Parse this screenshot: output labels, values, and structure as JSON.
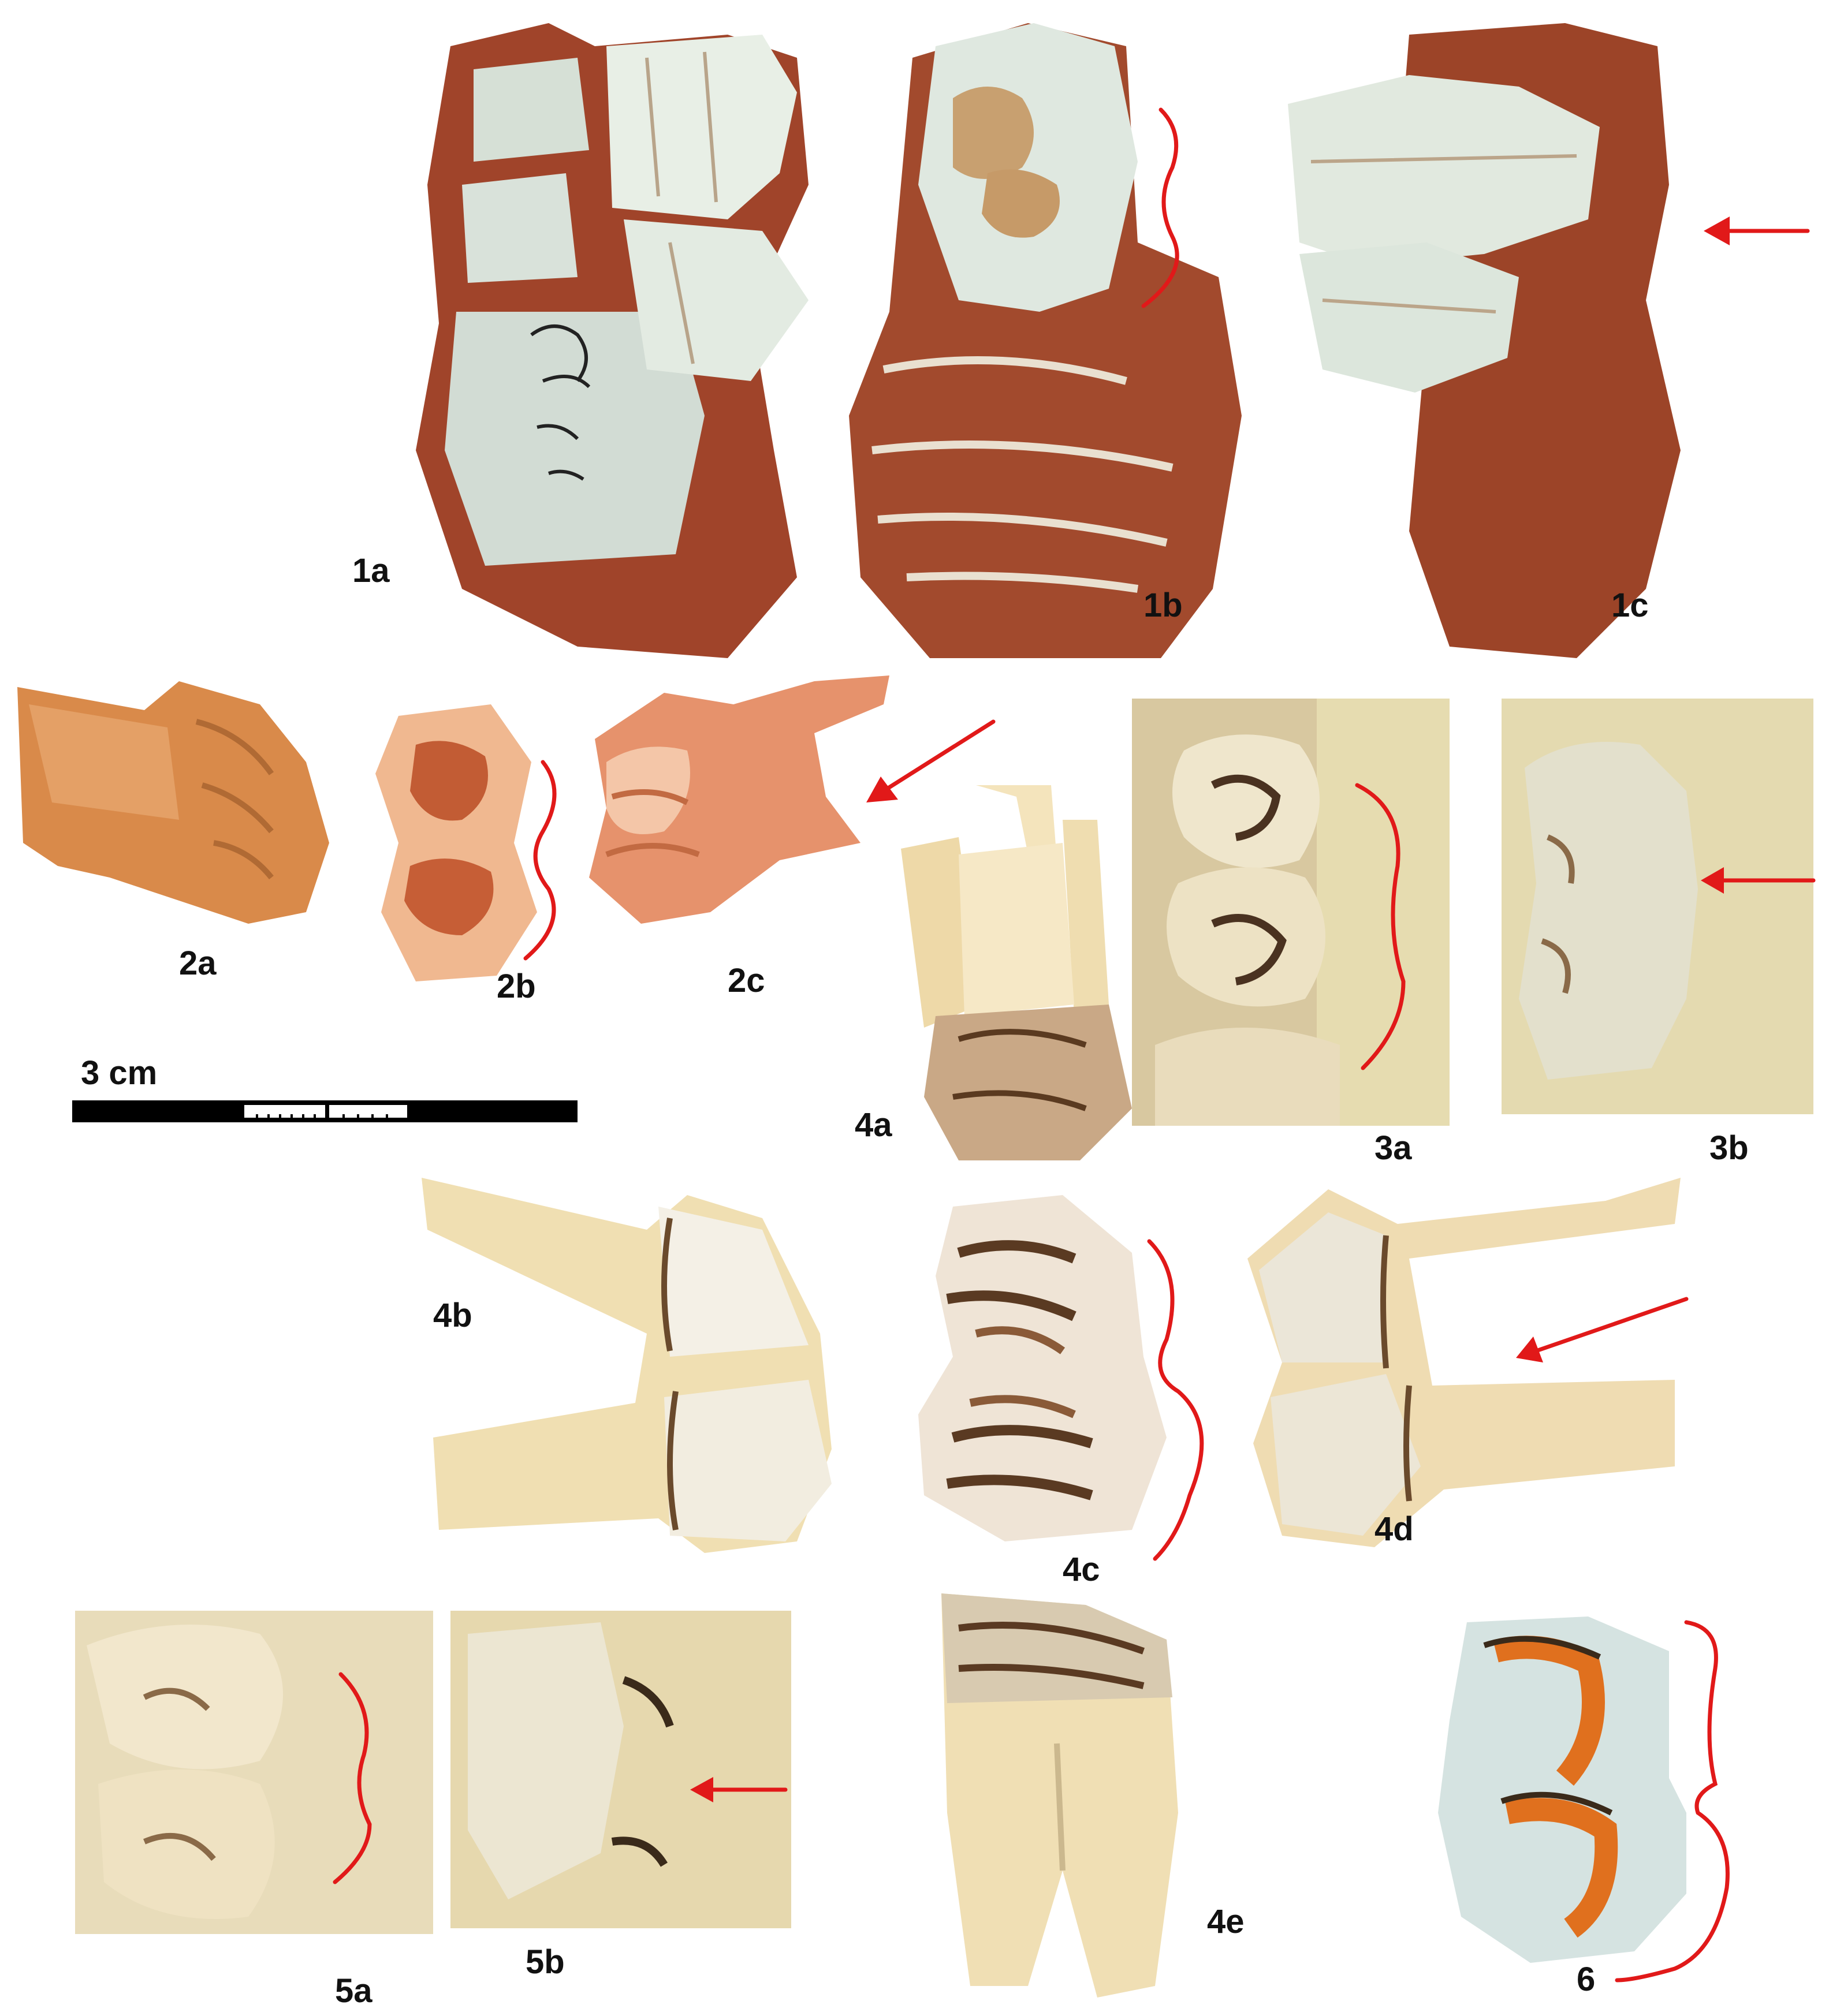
{
  "labels": {
    "l1a": "1a",
    "l1b": "1b",
    "l1c": "1c",
    "l2a": "2a",
    "l2b": "2b",
    "l2c": "2c",
    "l3a": "3a",
    "l3b": "3b",
    "l4a": "4a",
    "l4b": "4b",
    "l4c": "4c",
    "l4d": "4d",
    "l4e": "4e",
    "l5a": "5a",
    "l5b": "5b",
    "l6": "6"
  },
  "scale": {
    "label": "3 cm"
  },
  "colors": {
    "annotation_red": "#e11919",
    "matrix_red": "#a0442a",
    "enamel_light": "#d6e0d6",
    "tooth_cream": "#eedcb0",
    "tooth_orange": "#d98a4a",
    "dentine_brown": "#6b4a2e",
    "plaster_bg": "#e6dcb0"
  },
  "icons": {
    "arrow": "red-arrow-icon",
    "bracket": "red-bracket-icon"
  }
}
